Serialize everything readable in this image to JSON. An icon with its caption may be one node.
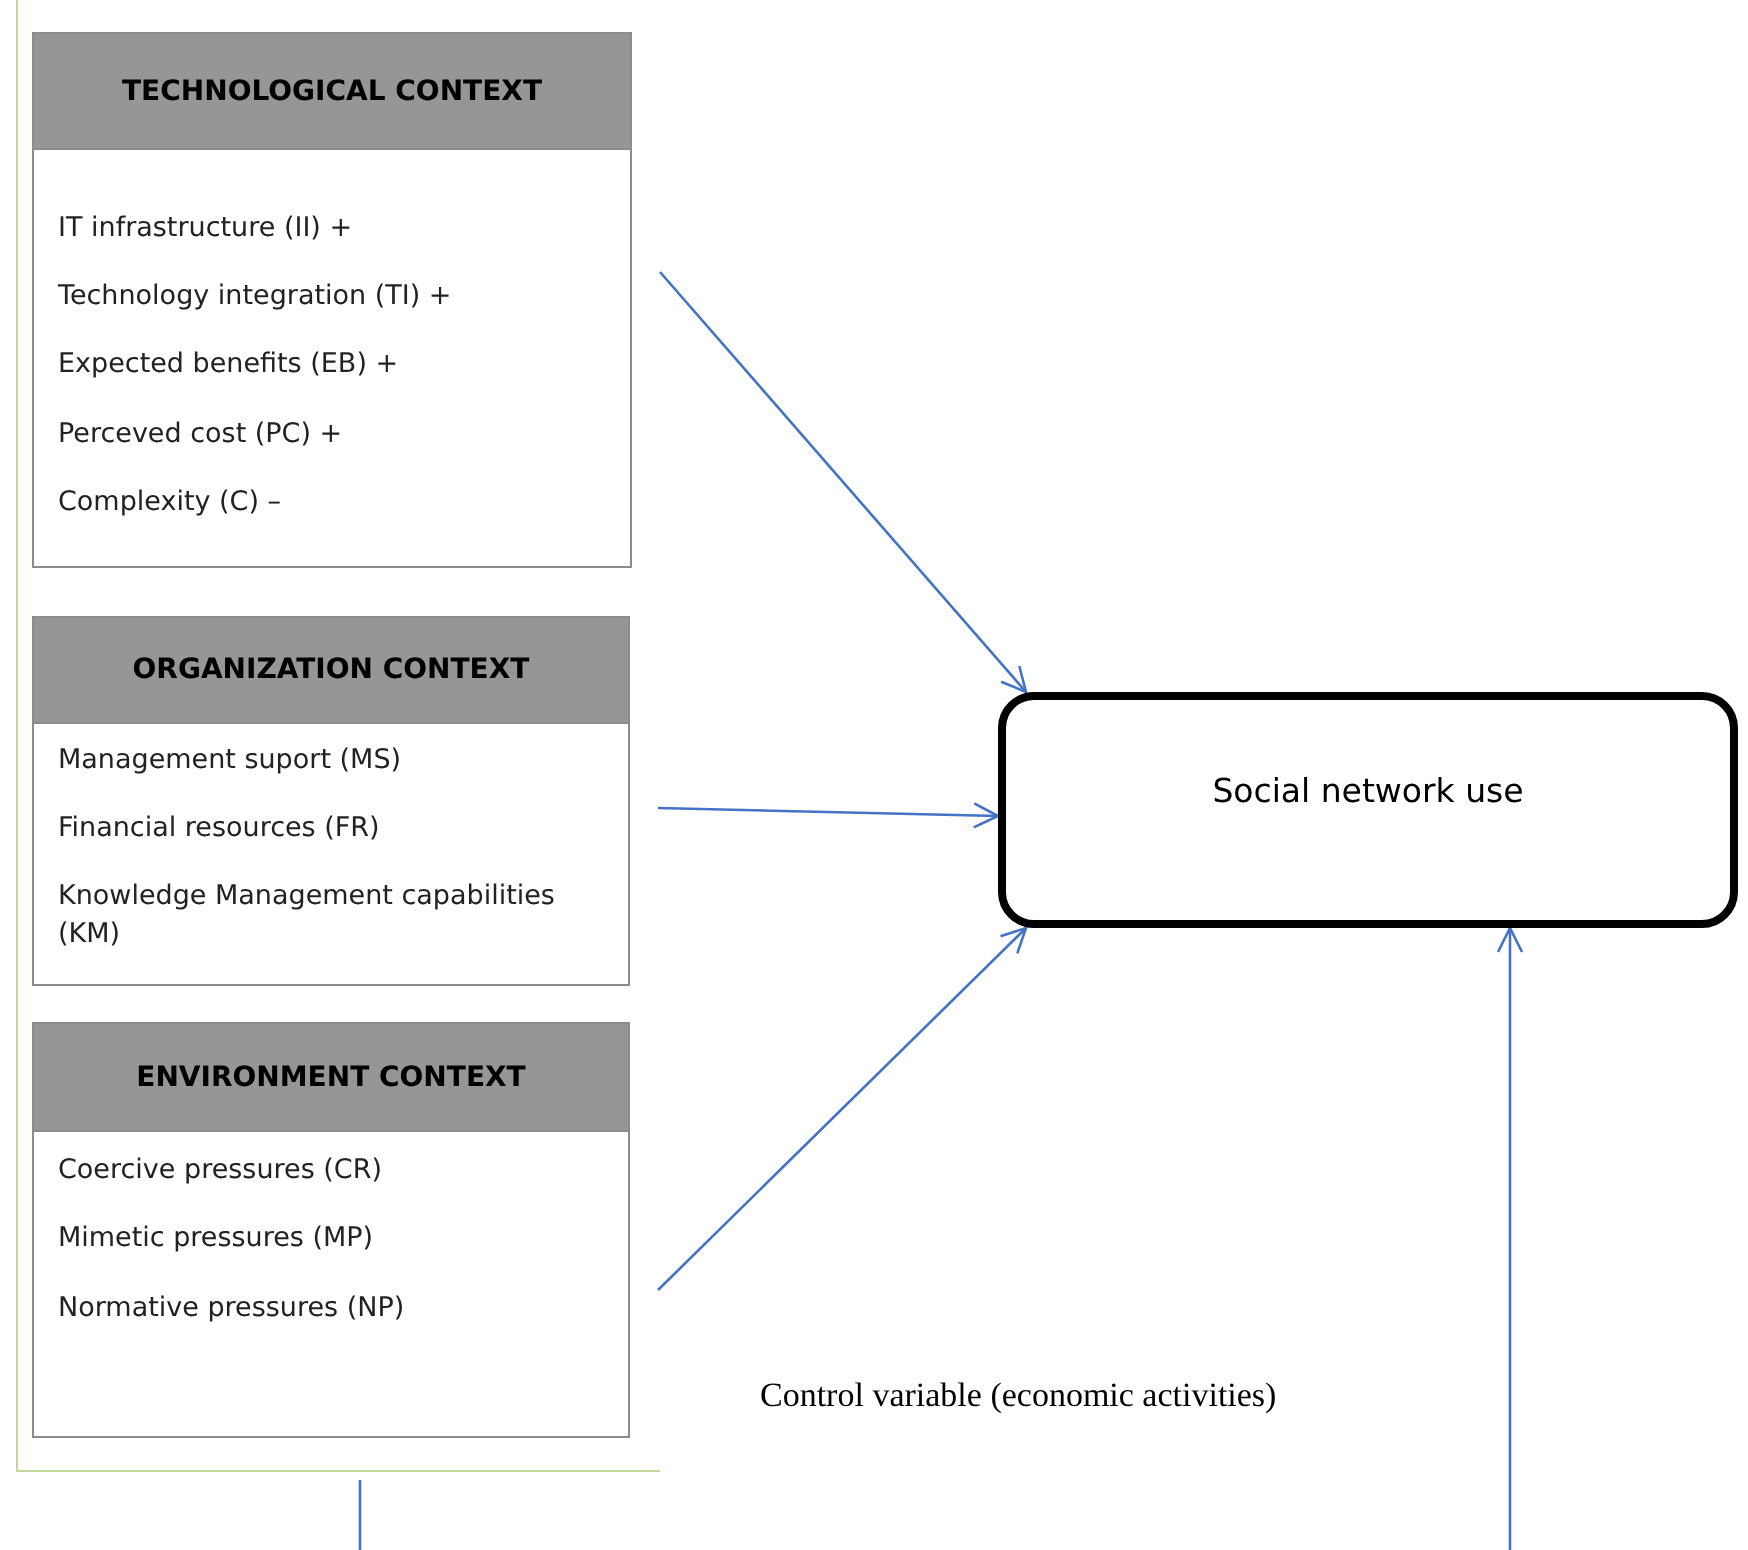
{
  "diagram": {
    "nodes": [
      {
        "text": [],
        "shape": "box"
      },
      {
        "text": [
          "TECHNOLOGICAL CONTEXT",
          "IT infrastructure (II) +",
          "Technology integration (TI) +",
          "Expected benefits (EB) +",
          "Perceved cost (PC) +",
          "Complexity (C) –"
        ],
        "in": 0
      },
      {
        "text": [
          "ORGANIZATION CONTEXT",
          "Management suport (MS)",
          "Financial resources (FR)",
          "Knowledge Management capabilities (KM)"
        ],
        "in": 0
      },
      {
        "text": [
          "ENVIRONMENT CONTEXT",
          "Coercive pressures (CR)",
          "Mimetic pressures (MP)",
          "Normative pressures (NP)"
        ],
        "in": 0
      },
      {
        "text": [
          "Social network use"
        ]
      }
    ],
    "edges": [
      {
        "from": 1,
        "to": 4,
        "arrow": "to"
      },
      {
        "from": 2,
        "to": 4,
        "arrow": "to"
      },
      {
        "from": 3,
        "to": 4,
        "arrow": "to"
      },
      {
        "from": null,
        "to": 4,
        "arrow": "to"
      }
    ],
    "labels": [
      "Control variable (economic activities)"
    ]
  }
}
